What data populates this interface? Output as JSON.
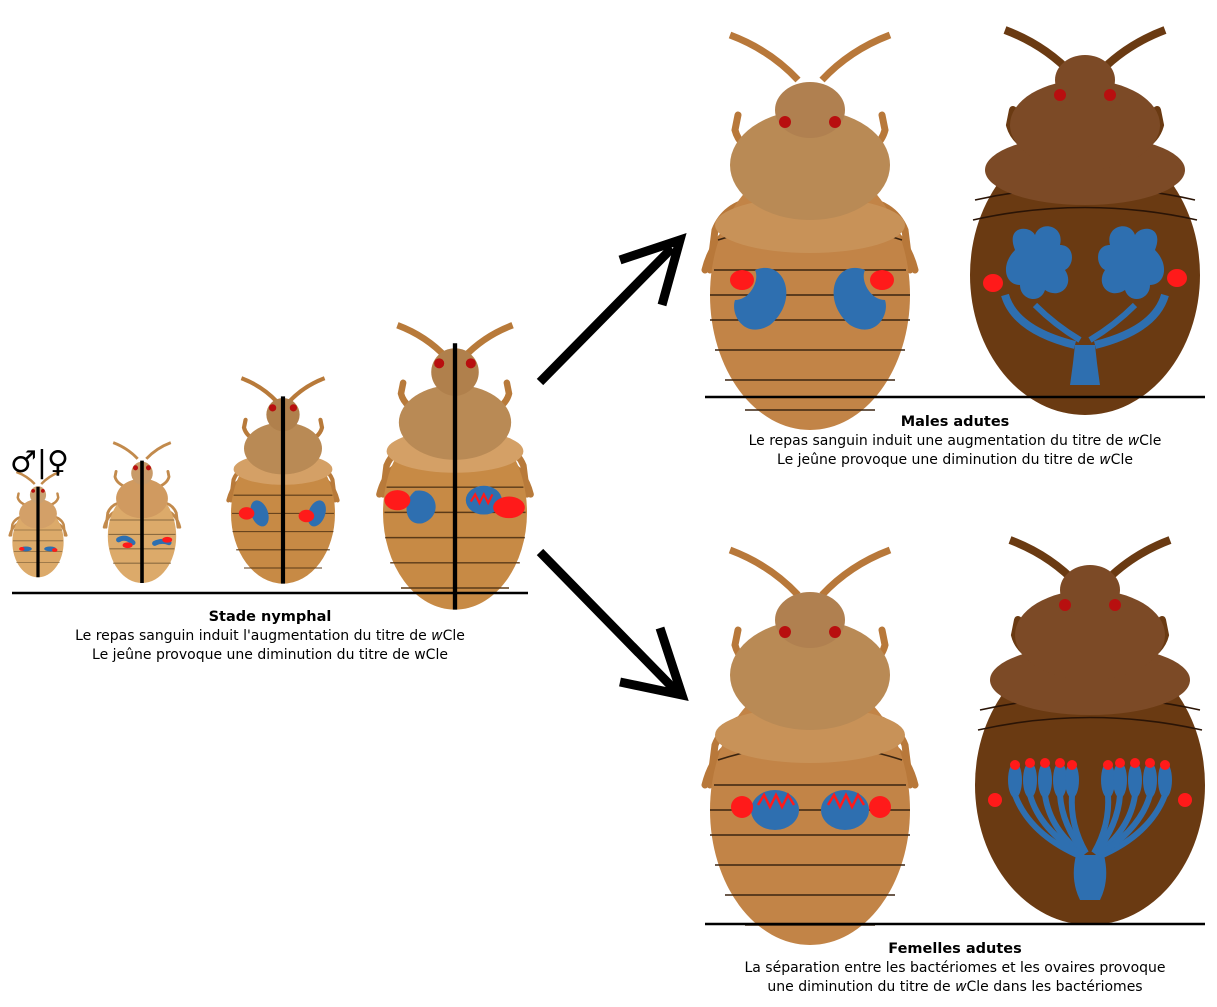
{
  "symbols": {
    "sex": "♂|♀"
  },
  "nymphal": {
    "title": "Stade nymphal",
    "line1_pre": "Le repas sanguin induit l'augmentation du titre de ",
    "line1_em": "w",
    "line1_post": "Cle",
    "line2": "Le jeûne provoque une diminution du titre de wCle"
  },
  "males": {
    "title": "Males adutes",
    "line1_pre": "Le repas sanguin induit une augmentation du titre de ",
    "line1_em": "w",
    "line1_post": "Cle",
    "line2_pre": "Le jeûne provoque une diminution du titre de ",
    "line2_em": "w",
    "line2_post": "Cle"
  },
  "females": {
    "title": "Femelles adutes",
    "line1": "La séparation entre les bactériomes et les ovaires provoque",
    "line2_pre": "une diminution du titre de ",
    "line2_em": "w",
    "line2_post": "Cle dans les bactériomes"
  },
  "colors": {
    "nymph_light": "#dcaa6a",
    "nymph_mid": "#c78a45",
    "adult_fed": "#c28447",
    "adult_fed_head": "#b98a55",
    "adult_unfed": "#6a3a12",
    "adult_unfed_head": "#7c4a26",
    "bacteriome": "#2e6fb0",
    "ovary": "#ff1a1a",
    "eye": "#b80f0f"
  }
}
